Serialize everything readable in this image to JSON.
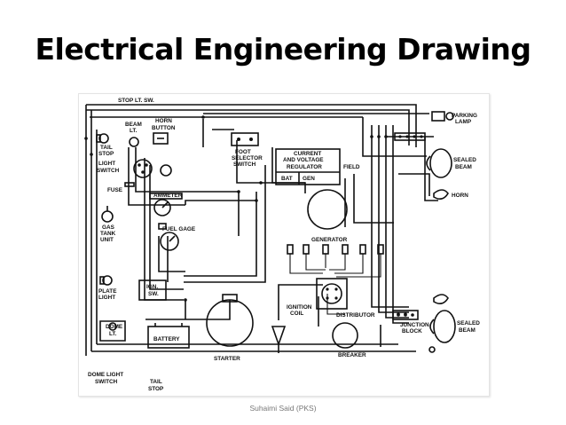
{
  "slide": {
    "title": "Electrical Engineering Drawing",
    "footer": "Suhaimi Said (PKS)"
  },
  "diagram": {
    "labels": {
      "stop_lt_sw": "STOP LT. SW.",
      "tail_stop_top": "TAIL",
      "tail_stop_top2": "STOP",
      "beam_lt": "BEAM",
      "beam_lt2": "LT.",
      "horn_button": "HORN",
      "horn_button2": "BUTTON",
      "light_switch": "LIGHT",
      "light_switch2": "SWITCH",
      "fuse": "FUSE",
      "foot_selector": "FOOT",
      "foot_selector2": "SELECTOR",
      "foot_selector3": "SWITCH",
      "regulator": "CURRENT",
      "regulator2": "AND VOLTAGE",
      "regulator3": "REGULATOR",
      "field": "FIELD",
      "bat": "BAT",
      "gen": "GEN",
      "parking_lamp": "PARKING",
      "parking_lamp2": "LAMP",
      "sealed_beam_top": "SEALED",
      "sealed_beam_top2": "BEAM",
      "horn": "HORN",
      "ammeter": "AMMETER",
      "fuel_gage": "FUEL GAGE",
      "gas_tank": "GAS",
      "gas_tank2": "TANK",
      "gas_tank3": "UNIT",
      "generator": "GENERATOR",
      "plate_light": "PLATE",
      "plate_light2": "LIGHT",
      "ign_sw": "IGN.",
      "ign_sw2": "SW.",
      "ignition_coil": "IGNITION",
      "ignition_coil2": "COIL",
      "distributor": "DISTRIBUTOR",
      "junction_block": "JUNCTION",
      "junction_block2": "BLOCK",
      "sealed_beam_bottom": "SEALED",
      "sealed_beam_bottom2": "BEAM",
      "dome_lt": "DOME",
      "dome_lt2": "LT.",
      "battery": "BATTERY",
      "starter": "STARTER",
      "breaker": "BREAKER",
      "dome_light_switch": "DOME LIGHT",
      "dome_light_switch2": "SWITCH",
      "tail_stop_bottom": "TAIL",
      "tail_stop_bottom2": "STOP"
    }
  }
}
